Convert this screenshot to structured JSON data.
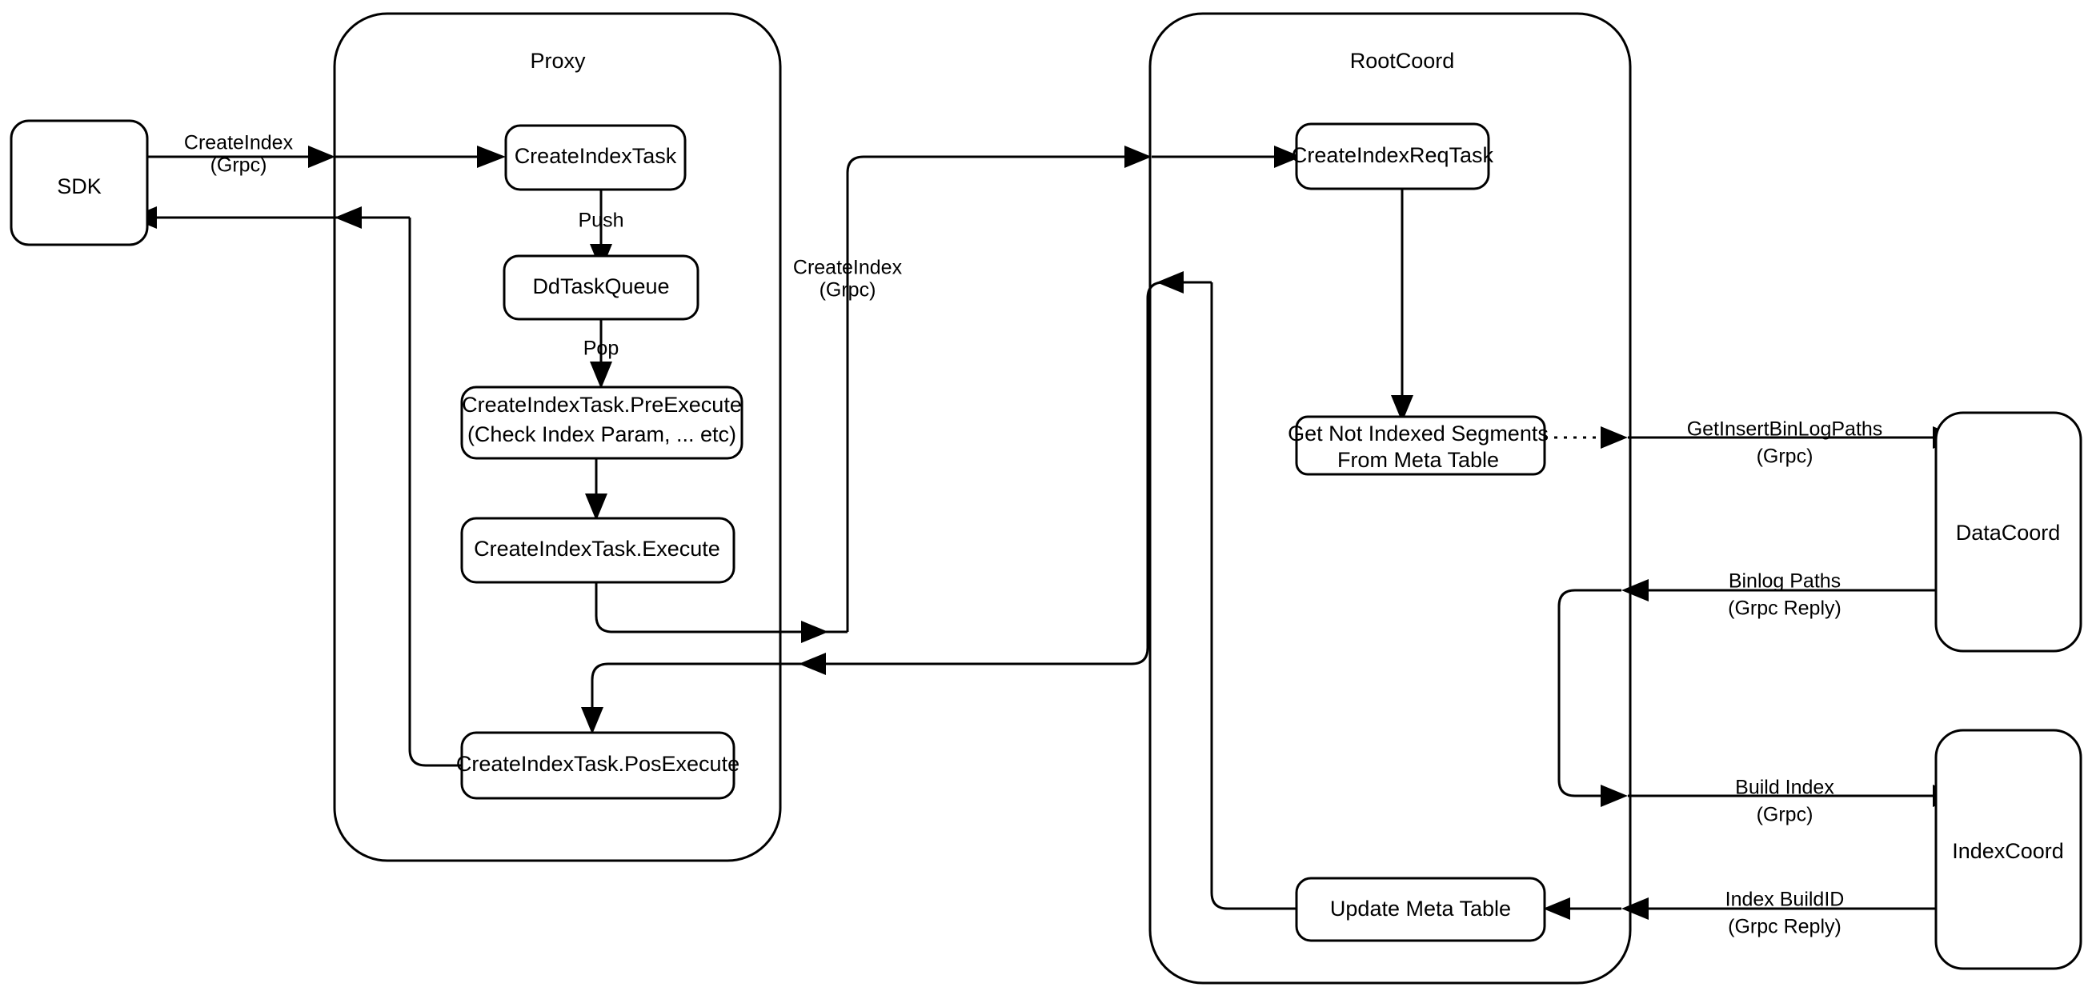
{
  "diagram": {
    "title": "Milvus CreateIndex Flow",
    "background": "#ffffff",
    "stroke": "#000000",
    "fill": "#ffffff"
  },
  "groups": {
    "proxy": {
      "label": "Proxy"
    },
    "rootcoord": {
      "label": "RootCoord"
    }
  },
  "nodes": {
    "sdk": {
      "label": "SDK"
    },
    "create_index_task": {
      "label": "CreateIndexTask"
    },
    "dd_task_queue": {
      "label": "DdTaskQueue"
    },
    "pre_execute_line1": {
      "label": "CreateIndexTask.PreExecute"
    },
    "pre_execute_line2": {
      "label": "(Check Index Param, ... etc)"
    },
    "execute": {
      "label": "CreateIndexTask.Execute"
    },
    "pos_execute": {
      "label": "CreateIndexTask.PosExecute"
    },
    "create_index_req_task": {
      "label": "CreateIndexReqTask"
    },
    "get_not_indexed_line1": {
      "label": "Get Not Indexed Segments"
    },
    "get_not_indexed_line2": {
      "label": "From Meta Table"
    },
    "update_meta_table": {
      "label": "Update Meta Table"
    },
    "datacoord": {
      "label": "DataCoord"
    },
    "indexcoord": {
      "label": "IndexCoord"
    }
  },
  "edge_labels": {
    "sdk_to_proxy_l1": {
      "label": "CreateIndex"
    },
    "sdk_to_proxy_l2": {
      "label": "(Grpc)"
    },
    "push": {
      "label": "Push"
    },
    "pop": {
      "label": "Pop"
    },
    "proxy_to_rootcoord_l1": {
      "label": "CreateIndex"
    },
    "proxy_to_rootcoord_l2": {
      "label": "(Grpc)"
    },
    "get_binlog_l1": {
      "label": "GetInsertBinLogPaths"
    },
    "get_binlog_l2": {
      "label": "(Grpc)"
    },
    "binlog_paths_l1": {
      "label": "Binlog Paths"
    },
    "binlog_paths_l2": {
      "label": "(Grpc Reply)"
    },
    "build_index_l1": {
      "label": "Build Index"
    },
    "build_index_l2": {
      "label": "(Grpc)"
    },
    "index_buildid_l1": {
      "label": "Index BuildID"
    },
    "index_buildid_l2": {
      "label": "(Grpc Reply)"
    }
  }
}
